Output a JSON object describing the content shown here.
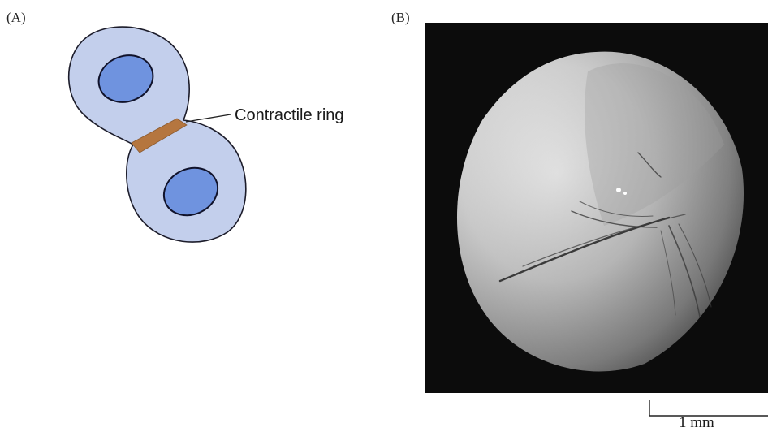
{
  "panels": {
    "a": {
      "label": "(A)",
      "callout": "Contractile ring"
    },
    "b": {
      "label": "(B)",
      "scale_label": "1 mm"
    }
  },
  "colors": {
    "cell_fill": "#c3cfec",
    "nucleus_fill": "#6f93df",
    "ring_fill": "#b5763f",
    "micrograph_bg": "#0c0c0c"
  }
}
